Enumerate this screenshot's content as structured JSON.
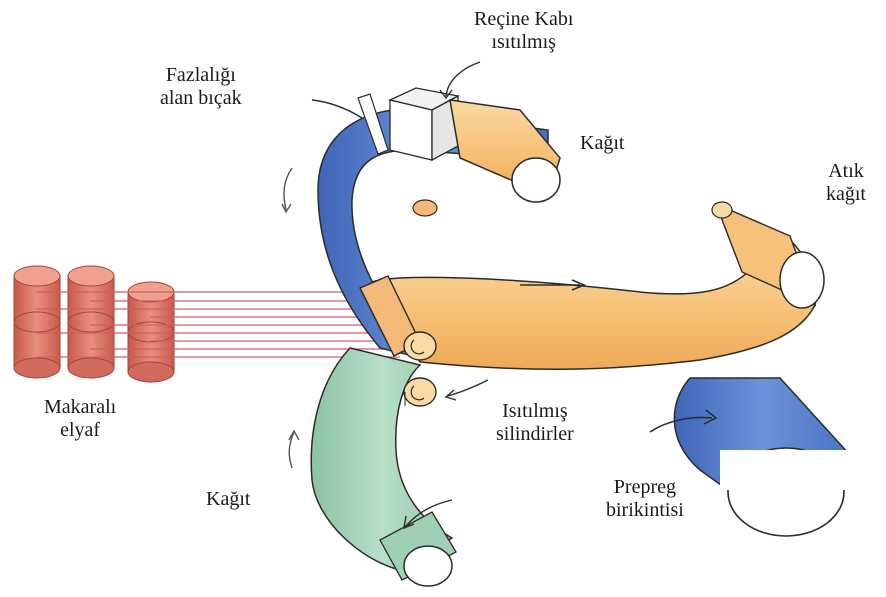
{
  "labels": {
    "resin_bath": [
      "Reçine Kabı",
      "ısıtılmış"
    ],
    "doctor_blade": [
      "Fazlalığı",
      "alan bıçak"
    ],
    "paper_top": "Kağıt",
    "waste_paper": [
      "Atık",
      "kağıt"
    ],
    "fiber_spools": [
      "Makaralı",
      "elyaf"
    ],
    "heated_rollers": [
      "Isıtılmış",
      "silindirler"
    ],
    "paper_bottom": "Kağıt",
    "prepreg_takeup": [
      "Prepreg",
      "birikintisi"
    ]
  },
  "colors": {
    "blue_paper": "#4f79c9",
    "orange_paper": "#f6c179",
    "green_paper": "#9fcfb4",
    "fiber_red": "#d9705f",
    "fiber_line": "#d75a66",
    "roller_orange": "#f4b978",
    "outline": "#2b2b2b"
  }
}
